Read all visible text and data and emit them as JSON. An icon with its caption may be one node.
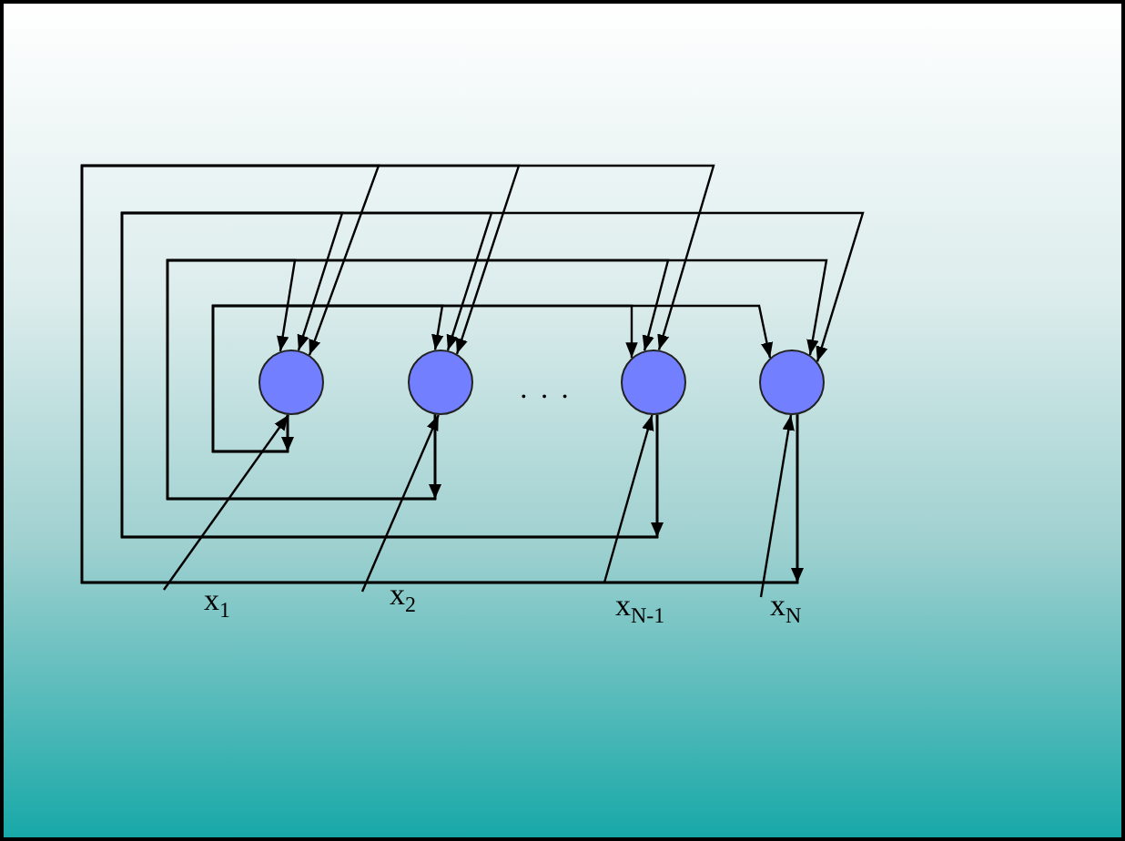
{
  "diagram": {
    "nodes": [
      {
        "text": [],
        "shape": "circle"
      },
      {
        "text": [],
        "shape": "circle"
      },
      {
        "text": [],
        "shape": "circle"
      },
      {
        "text": [],
        "shape": "circle"
      },
      {
        "text": [
          "x$_{1}$"
        ]
      },
      {
        "text": [
          "x$_{2}$"
        ]
      },
      {
        "text": [
          "x$_{N-1}$"
        ]
      },
      {
        "text": [
          "x$_{N}$"
        ]
      }
    ],
    "edges": [
      {
        "from": 0,
        "to": 1,
        "arrow": "to"
      },
      {
        "from": 0,
        "to": 2,
        "arrow": "to"
      },
      {
        "from": 0,
        "to": 3,
        "arrow": "to"
      },
      {
        "from": 1,
        "to": 0,
        "arrow": "to"
      },
      {
        "from": 1,
        "to": 2,
        "arrow": "to"
      },
      {
        "from": 1,
        "to": 3,
        "arrow": "to"
      },
      {
        "from": 2,
        "to": 0,
        "arrow": "to"
      },
      {
        "from": 2,
        "to": 1,
        "arrow": "to"
      },
      {
        "from": 2,
        "to": 3,
        "arrow": "to"
      },
      {
        "from": 3,
        "to": 0,
        "arrow": "to"
      },
      {
        "from": 3,
        "to": 1,
        "arrow": "to"
      },
      {
        "from": 3,
        "to": 2,
        "arrow": "to"
      },
      {
        "from": 4,
        "to": 0,
        "arrow": "to"
      },
      {
        "from": 5,
        "to": 1,
        "arrow": "to"
      },
      {
        "from": 6,
        "to": 2,
        "arrow": "to"
      },
      {
        "from": 7,
        "to": 3,
        "arrow": "to"
      }
    ],
    "labels": [
      "· · ·"
    ]
  }
}
